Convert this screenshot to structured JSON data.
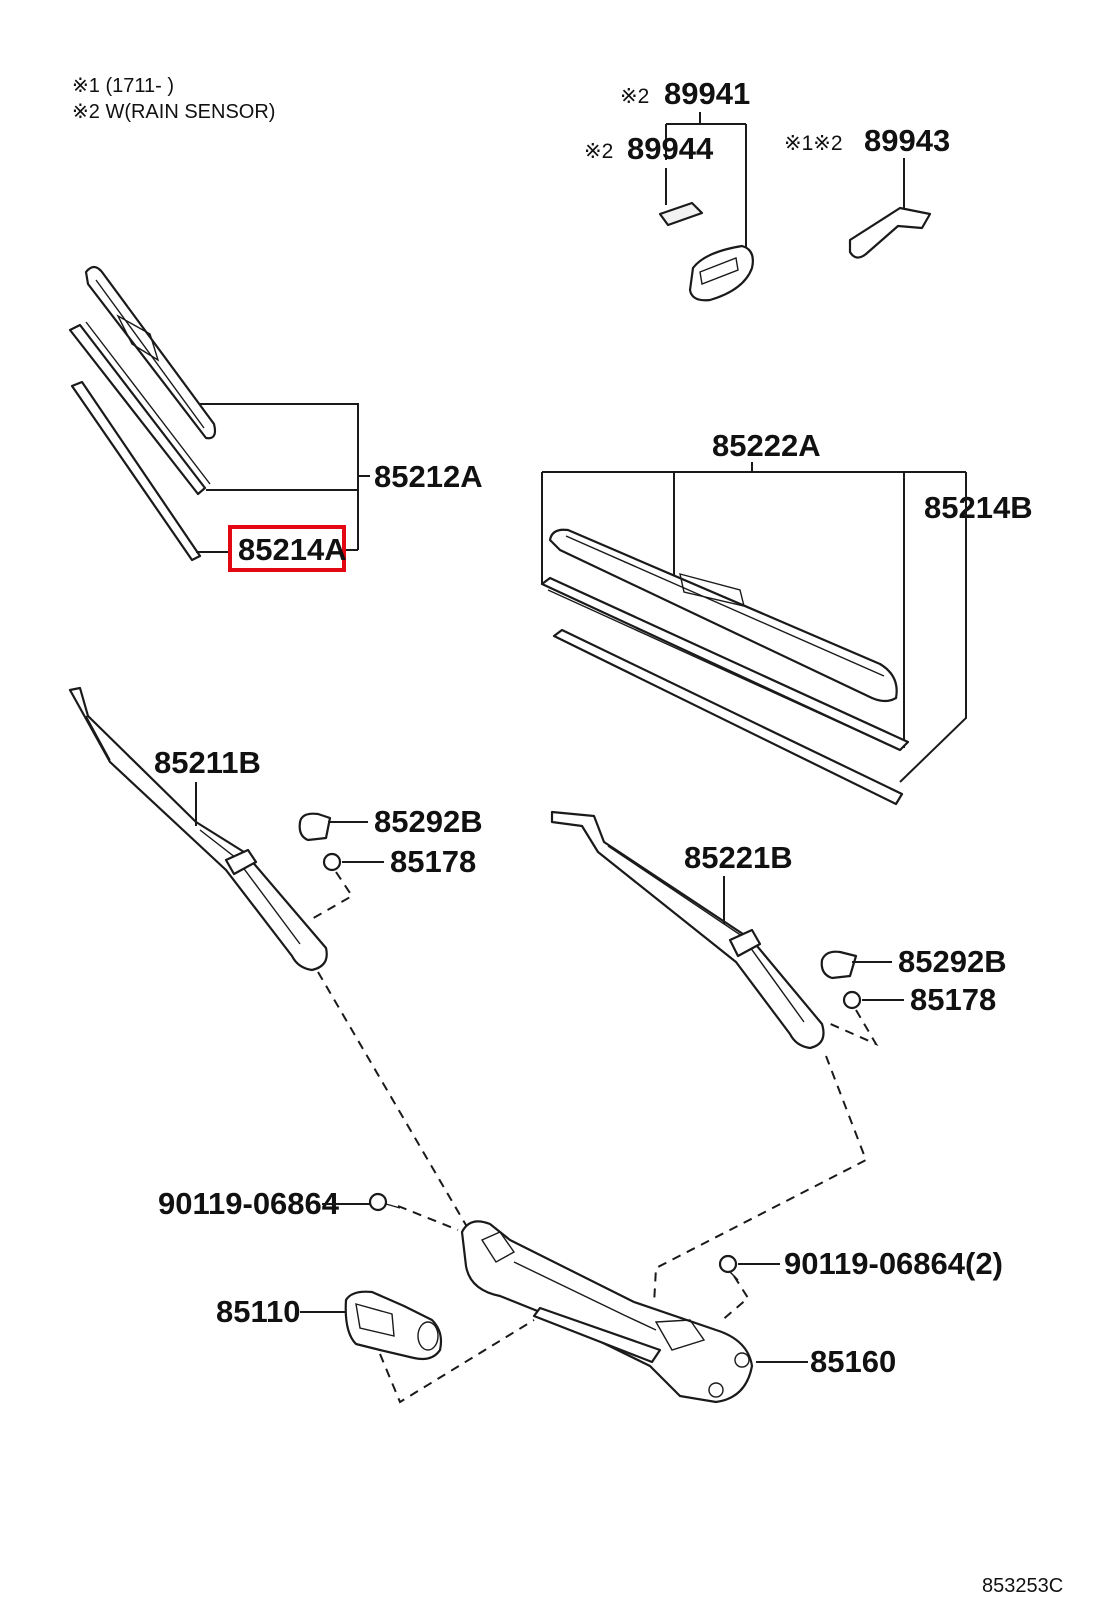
{
  "notes": {
    "note1": "※1 (1711-        )",
    "note2": "※2 W(RAIN SENSOR)"
  },
  "labels": {
    "p89941": "89941",
    "p89941_mark": "※2",
    "p89944": "89944",
    "p89944_mark": "※2",
    "p89943": "89943",
    "p89943_mark": "※1※2",
    "p85212A": "85212A",
    "p85214A": "85214A",
    "p85222A": "85222A",
    "p85214B": "85214B",
    "p85211B": "85211B",
    "p85292B_left": "85292B",
    "p85178_left": "85178",
    "p85221B": "85221B",
    "p85292B_right": "85292B",
    "p85178_right": "85178",
    "p90119_left": "90119-06864",
    "p90119_right": "90119-06864(2)",
    "p85110": "85110",
    "p85160": "85160"
  },
  "highlight": {
    "target": "85214A",
    "color": "#e30613"
  },
  "diagram_code": "853253C"
}
